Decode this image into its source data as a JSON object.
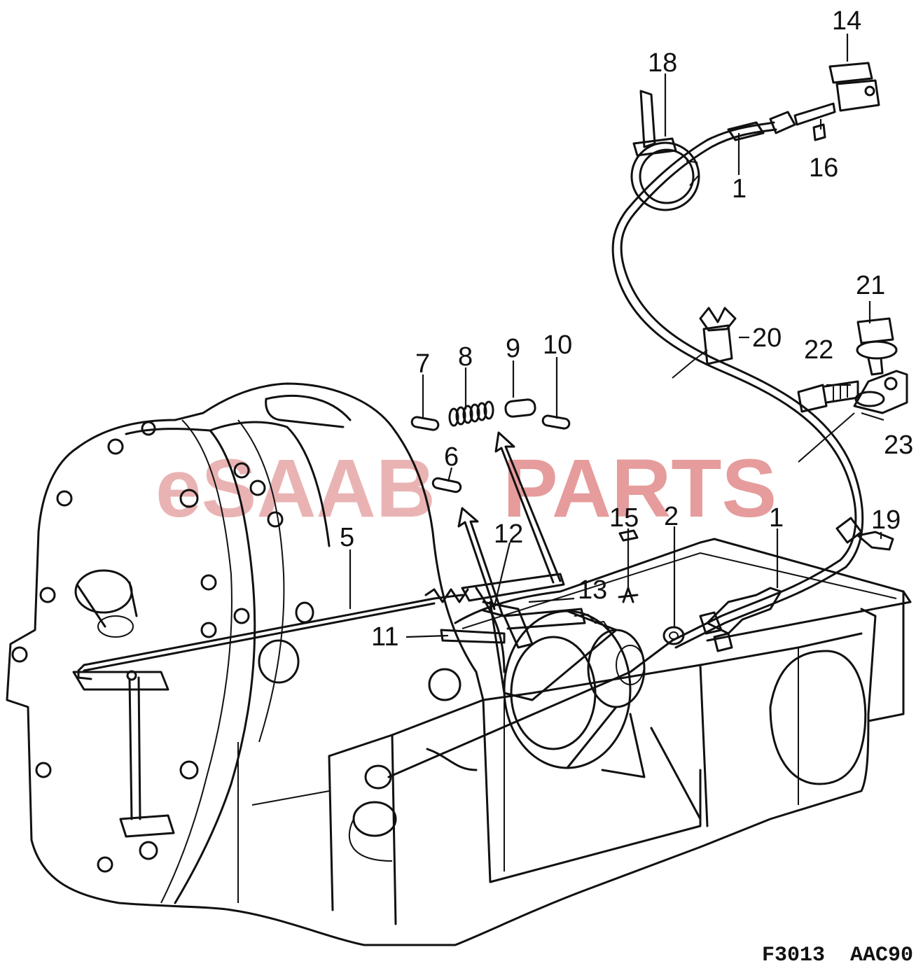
{
  "watermark": {
    "part1": "eSAAB",
    "part2": "PARTS",
    "colors": {
      "light": "#e7a6a6",
      "dark": "#e28b8b"
    }
  },
  "figure_code": "F3013  AAC90",
  "callouts": {
    "c1_top": "1",
    "c1_lower": "1",
    "c2": "2",
    "c5": "5",
    "c6": "6",
    "c7": "7",
    "c8": "8",
    "c9": "9",
    "c10": "10",
    "c11": "11",
    "c12": "12",
    "c13": "13",
    "c14": "14",
    "c15": "15",
    "c16": "16",
    "c18": "18",
    "c19": "19",
    "c20": "20",
    "c21": "21",
    "c22": "22",
    "c23": "23"
  }
}
